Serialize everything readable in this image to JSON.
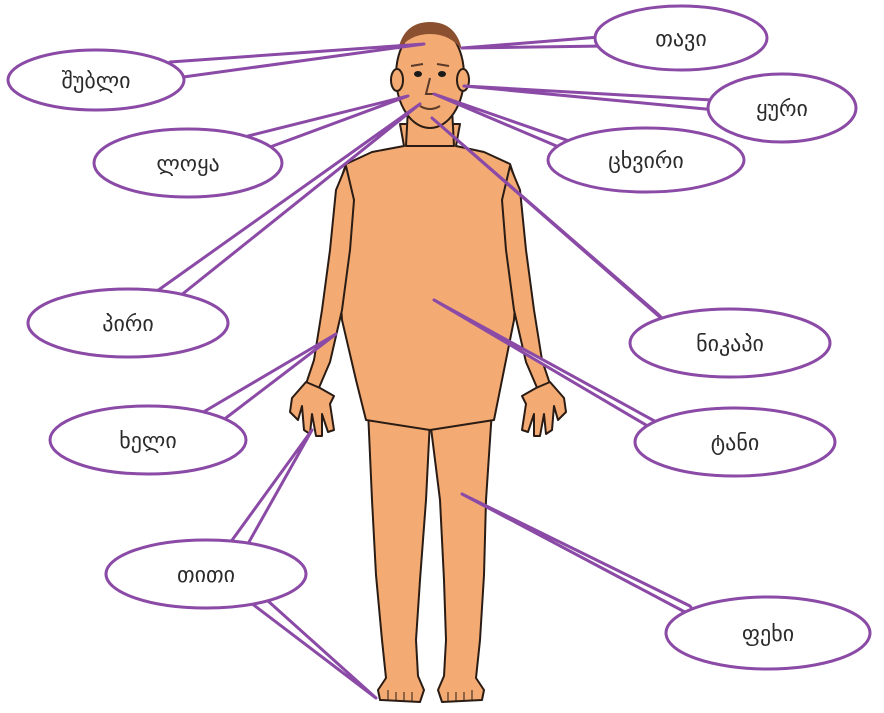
{
  "labels": {
    "head": "თავი",
    "forehead": "შუბლი",
    "ear": "ყური",
    "cheek": "ლოყა",
    "nose": "ცხვირი",
    "mouth": "პირი",
    "chin": "ნიკაპი",
    "hand": "ხელი",
    "torso": "ტანი",
    "finger": "თითი",
    "leg": "ფეხი"
  },
  "colors": {
    "skin": "#f3ab73",
    "outline": "#8a4aa6",
    "text": "#2b2b2b"
  }
}
